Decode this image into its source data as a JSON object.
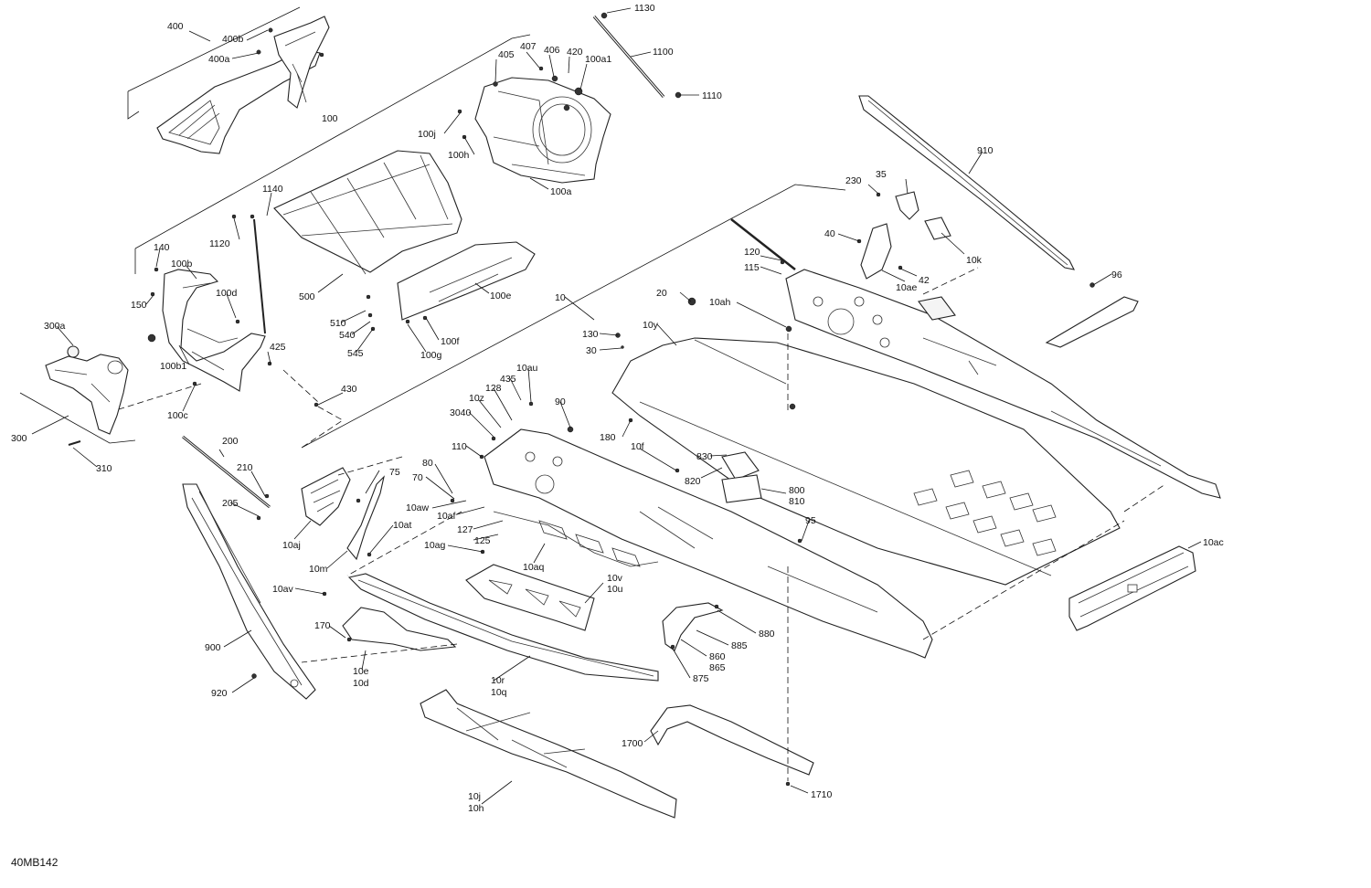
{
  "diagram_code": "40MB142",
  "callouts": {
    "c400": "400",
    "c400b": "400b",
    "c400a": "400a",
    "c1130": "1130",
    "c1100": "1100",
    "c1110": "1110",
    "c407": "407",
    "c406": "406",
    "c420": "420",
    "c100a1": "100a1",
    "c405": "405",
    "c100": "100",
    "c100j": "100j",
    "c100h": "100h",
    "c100a": "100a",
    "c910": "910",
    "c230": "230",
    "c35": "35",
    "c40": "40",
    "c10k": "10k",
    "c120": "120",
    "c115": "115",
    "c42": "42",
    "c10ae": "10ae",
    "c96": "96",
    "c1140": "1140",
    "c1120": "1120",
    "c140": "140",
    "c100b": "100b",
    "c150": "150",
    "c100d": "100d",
    "c500": "500",
    "c510": "510",
    "c540": "540",
    "c545": "545",
    "c100e": "100e",
    "c100f": "100f",
    "c100g": "100g",
    "c10": "10",
    "c20": "20",
    "c10ah": "10ah",
    "c300a": "300a",
    "c425": "425",
    "c100b1": "100b1",
    "c130": "130",
    "c10y": "10y",
    "c30": "30",
    "c430": "430",
    "c100c": "100c",
    "c300": "300",
    "c310": "310",
    "c435": "435",
    "c10au": "10au",
    "c128": "128",
    "c10z": "10z",
    "c90": "90",
    "c3040": "3040",
    "c180": "180",
    "c110": "110",
    "c10f": "10f",
    "c830": "830",
    "c200": "200",
    "c820": "820",
    "c80": "80",
    "c75": "75",
    "c210": "210",
    "c70": "70",
    "c800": "800",
    "c810": "810",
    "c10aw": "10aw",
    "c205": "205",
    "c10af": "10af",
    "c10at": "10at",
    "c127": "127",
    "c10aj": "10aj",
    "c125": "125",
    "c10ag": "10ag",
    "c95": "95",
    "c10ac": "10ac",
    "c10m": "10m",
    "c10aq": "10aq",
    "c10v": "10v",
    "c10u": "10u",
    "c10av": "10av",
    "c880": "880",
    "c170": "170",
    "c885": "885",
    "c900": "900",
    "c860": "860",
    "c865": "865",
    "c10e": "10e",
    "c10d": "10d",
    "c875": "875",
    "c920": "920",
    "c10r": "10r",
    "c10q": "10q",
    "c1700": "1700",
    "c1710": "1710",
    "c10j": "10j",
    "c10h": "10h"
  }
}
